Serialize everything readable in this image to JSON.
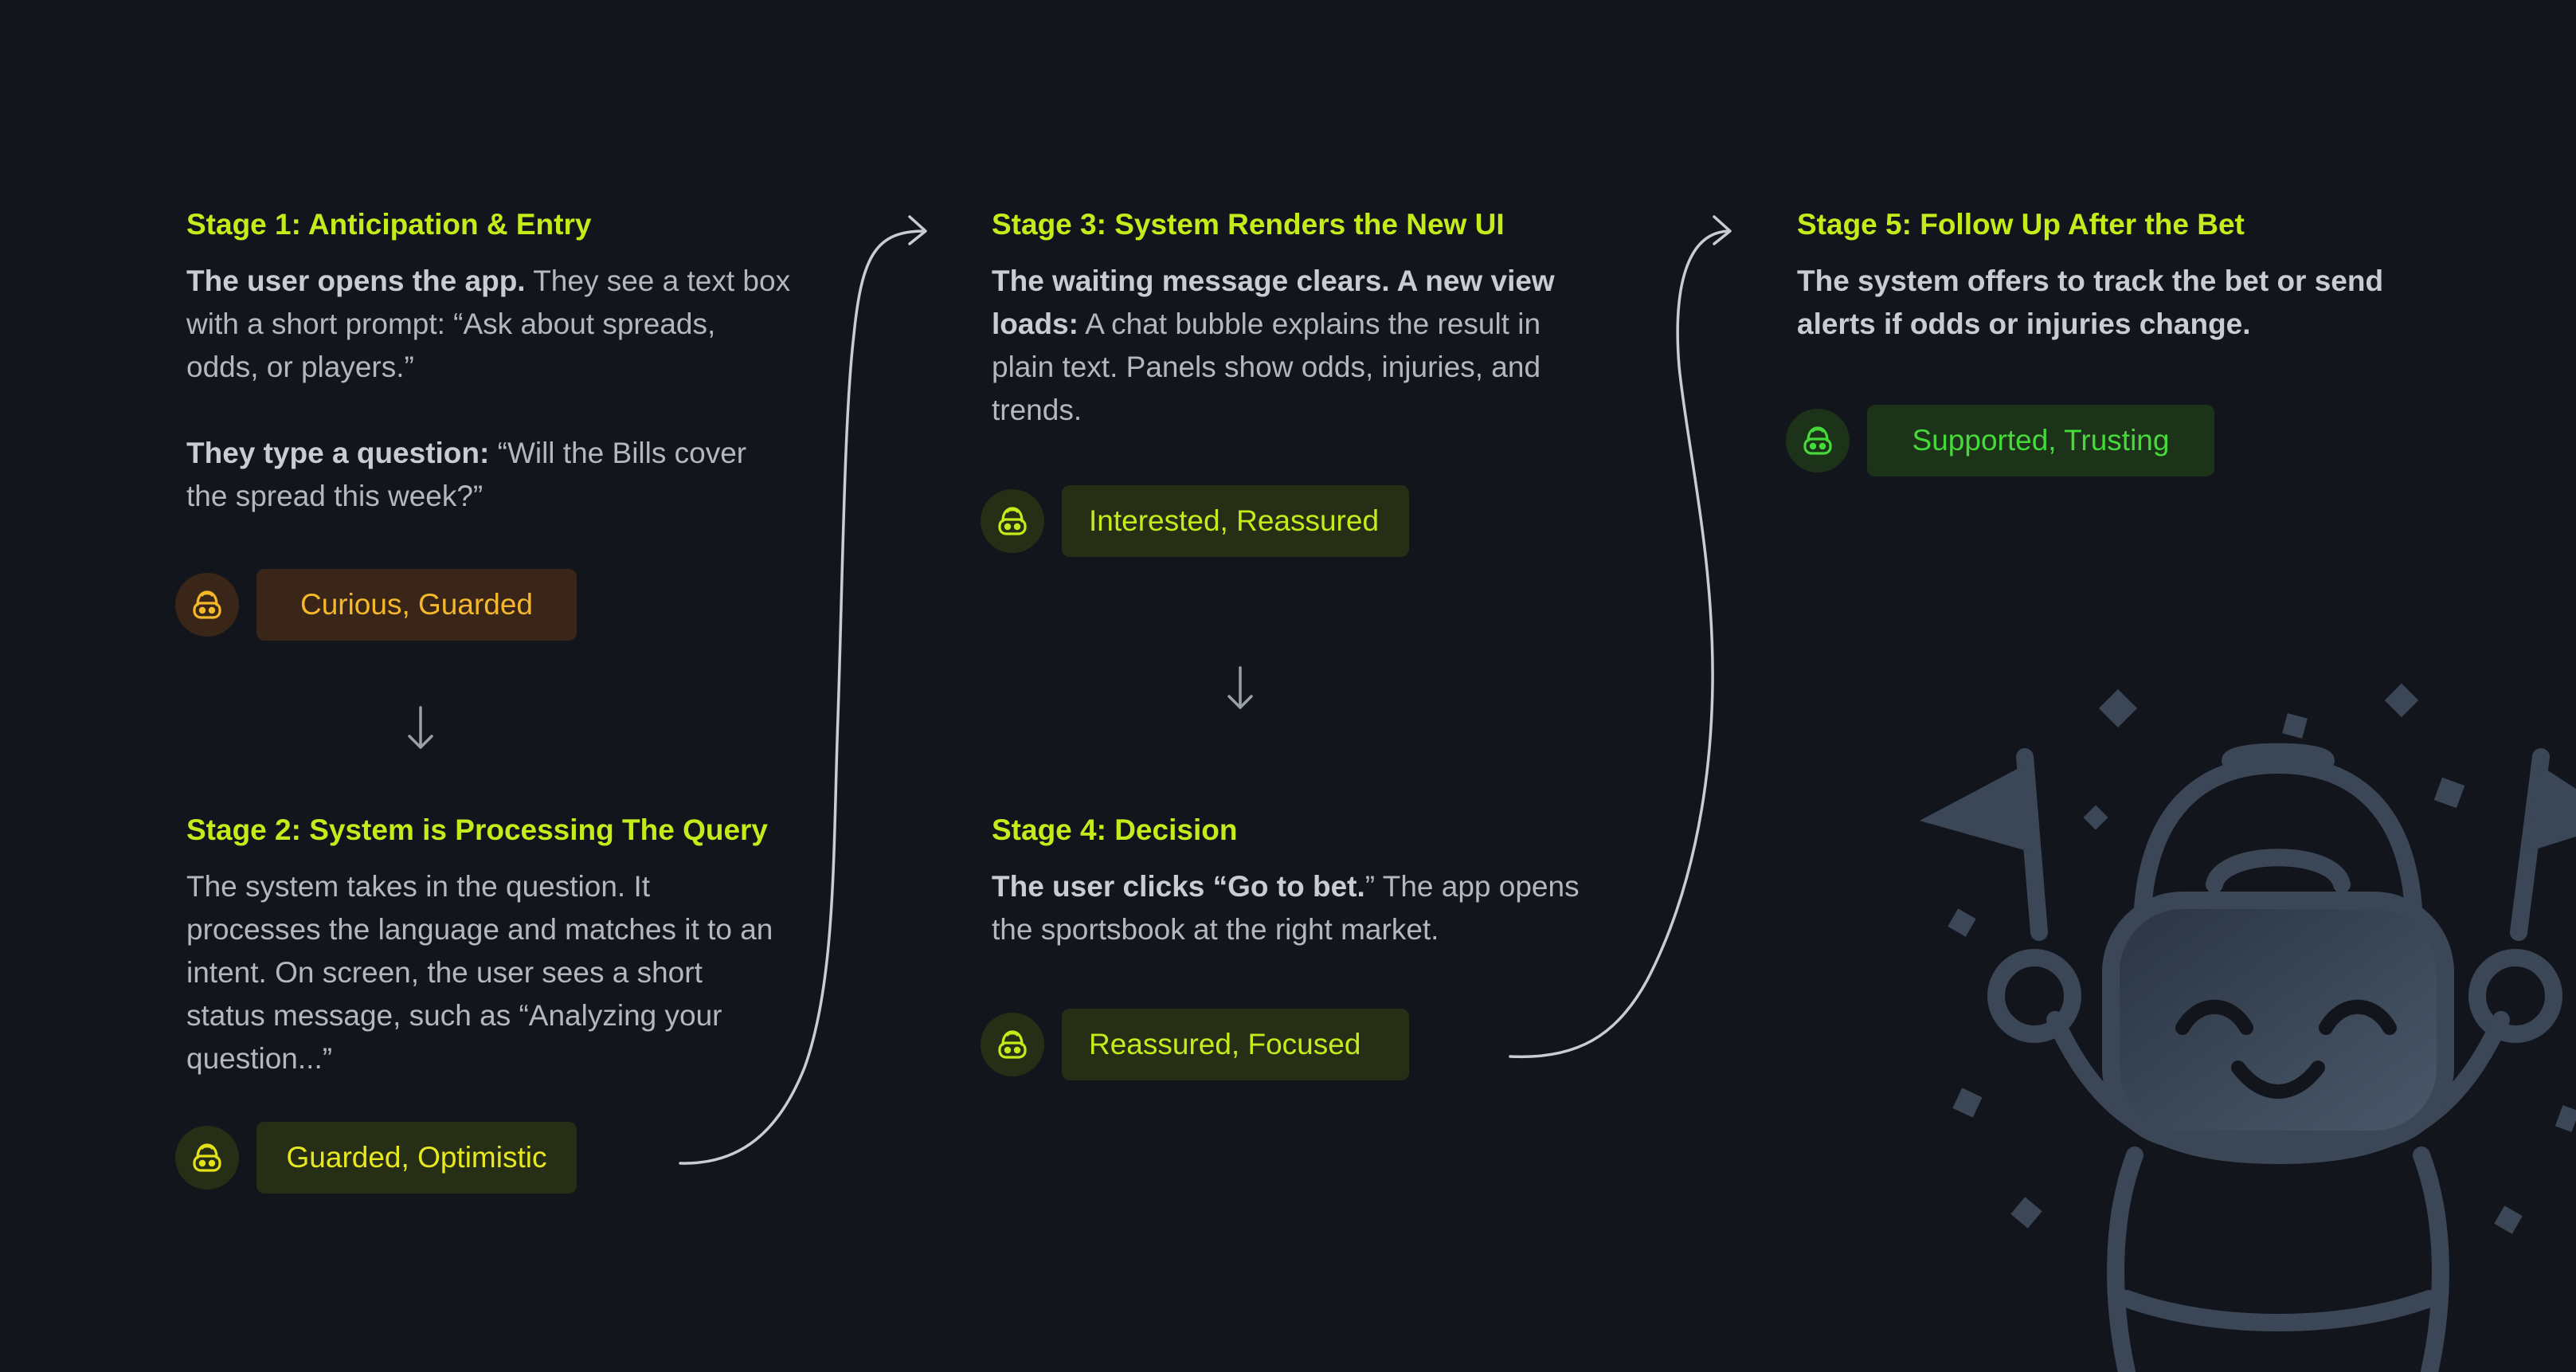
{
  "stages": [
    {
      "title": "Stage 1: Anticipation & Entry",
      "p1_bold": "The user opens the app.",
      "p1_text": " They see a text box with a short prompt: “Ask about spreads, odds, or players.”",
      "p2_bold": " They type a question:",
      "p2_text": " “Will the Bills cover the spread this week?”",
      "emotion": "Curious, Guarded"
    },
    {
      "title": "Stage 2: System is Processing The Query",
      "p1_text": "The system takes in the question. It processes the language and matches it to an intent. On screen, the user sees a short status message, such as “Analyzing your question...”",
      "emotion": "Guarded, Optimistic"
    },
    {
      "title": "Stage 3: System Renders the New UI",
      "p1_bold": "The waiting message clears. A new view loads:",
      "p1_text": " A chat bubble explains the result in plain text. Panels show odds, injuries, and trends.",
      "emotion": "Interested, Reassured"
    },
    {
      "title": "Stage 4: Decision",
      "p1_bold": "The user clicks “Go to bet.",
      "p1_text": "” The app opens the sportsbook at the right market.",
      "emotion": "Reassured, Focused"
    },
    {
      "title": "Stage 5: Follow Up After the Bet",
      "p1_bold": "The system offers to track the bet or send alerts if odds or injuries change.",
      "emotion": "Supported, Trusting"
    }
  ],
  "icons": {
    "avatar": "robot-face-icon",
    "arrow": "arrow-down-icon",
    "mascot": "celebrating-robot-mascot"
  },
  "colors": {
    "background": "#12151b",
    "title": "#c4ec1b",
    "body": "#b3b7be",
    "curious_badge_bg": "#3a2618",
    "curious_badge_text": "#f5b82a",
    "lime_badge_bg": "#262f16",
    "lime_badge_text": "#c4ec1b",
    "green_badge_bg": "#1c3219",
    "green_badge_text": "#45d93a",
    "mascot": "#3b4756"
  }
}
